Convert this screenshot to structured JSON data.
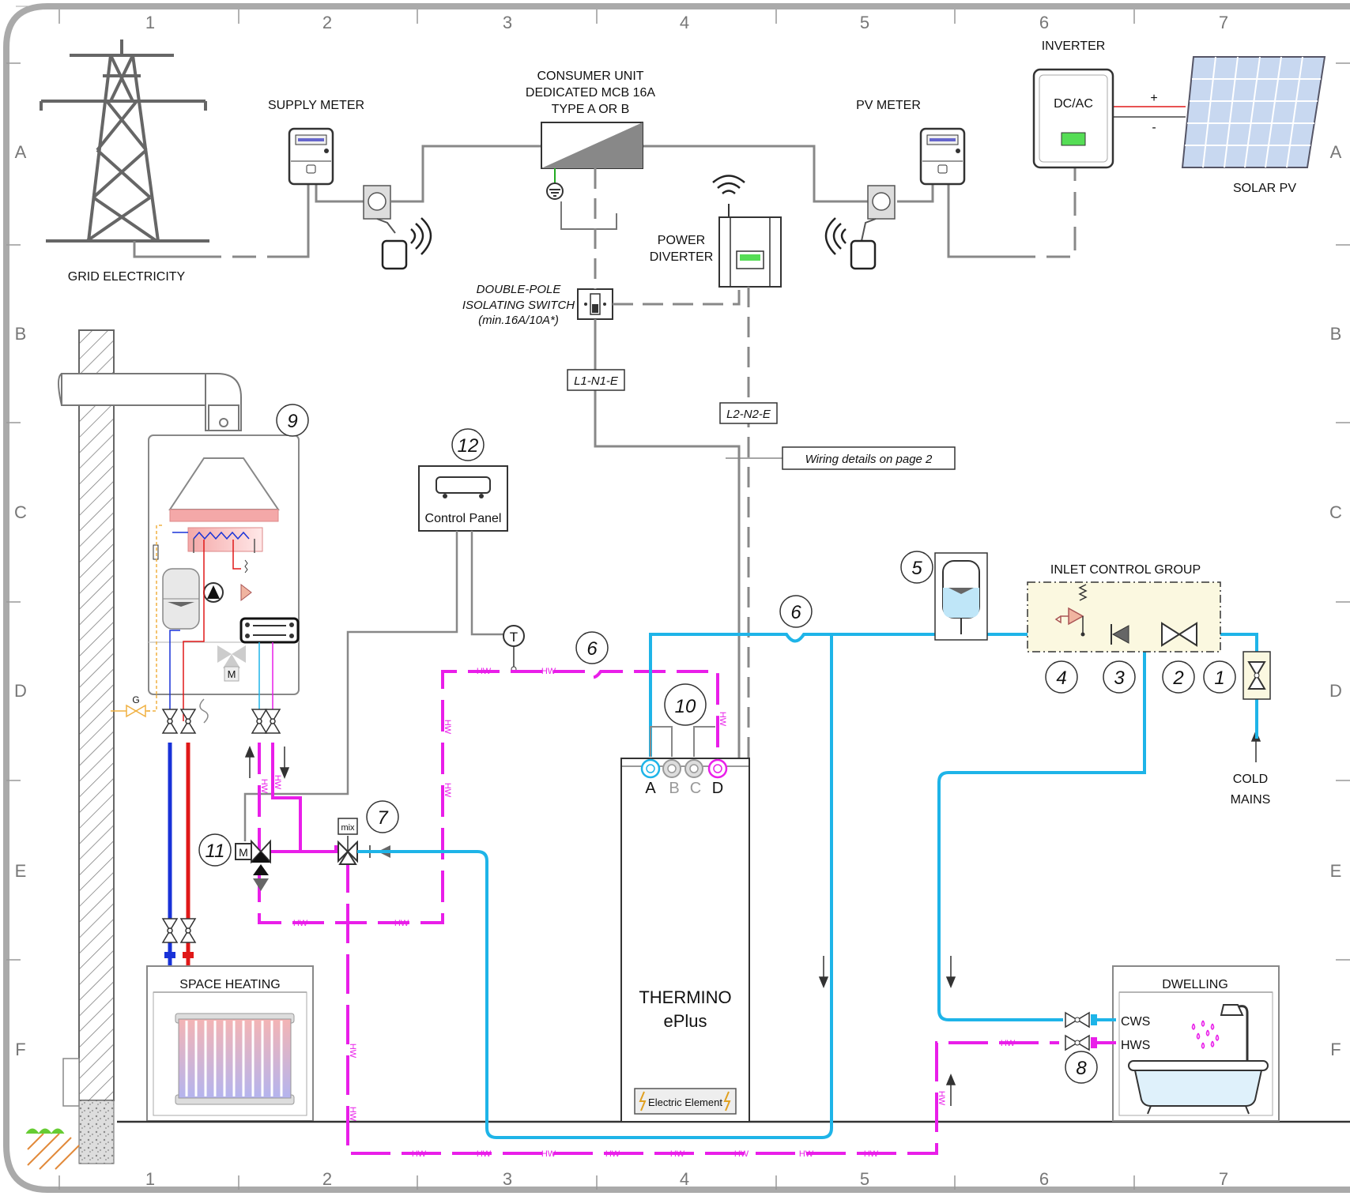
{
  "grid": {
    "columns": [
      "1",
      "2",
      "3",
      "4",
      "5",
      "6",
      "7"
    ],
    "rows": [
      "A",
      "B",
      "C",
      "D",
      "E",
      "F"
    ]
  },
  "labels": {
    "grid_electricity": "GRID ELECTRICITY",
    "supply_meter": "SUPPLY METER",
    "consumer_unit_1": "CONSUMER UNIT",
    "consumer_unit_2": "DEDICATED MCB 16A",
    "consumer_unit_3": "TYPE A OR B",
    "pv_meter": "PV METER",
    "inverter": "INVERTER",
    "dc_ac": "DC/AC",
    "plus": "+",
    "minus": "-",
    "solar_pv": "SOLAR PV",
    "power_diverter_1": "POWER",
    "power_diverter_2": "DIVERTER",
    "isolating_1": "DOUBLE-POLE",
    "isolating_2": "ISOLATING SWITCH",
    "isolating_3": "(min.16A/10A*)",
    "l1n1e": "L1-N1-E",
    "l2n2e": "L2-N2-E",
    "wiring_details": "Wiring details on page 2",
    "control_panel": "Control Panel",
    "inlet_control_group": "INLET CONTROL GROUP",
    "cold_mains_1": "COLD",
    "cold_mains_2": "MAINS",
    "space_heating": "SPACE HEATING",
    "dwelling": "DWELLING",
    "cws": "CWS",
    "hws": "HWS",
    "thermino_1": "THERMINO",
    "thermino_2": "ePlus",
    "electric_element": "Electric Element",
    "port_a": "A",
    "port_b": "B",
    "port_c": "C",
    "port_d": "D",
    "mix": "mix",
    "motor_m": "M",
    "gas_g": "G",
    "sensor_t": "T",
    "hw": "HW"
  },
  "callouts": [
    "1",
    "2",
    "3",
    "4",
    "5",
    "6",
    "7",
    "8",
    "9",
    "10",
    "11",
    "12"
  ],
  "colors": {
    "cold_water": "#1eb4e8",
    "hot_water": "#e91ee9",
    "heating_flow": "#e01818",
    "heating_return": "#1832d8",
    "wiring": "#888888",
    "gas": "#f0b040"
  }
}
